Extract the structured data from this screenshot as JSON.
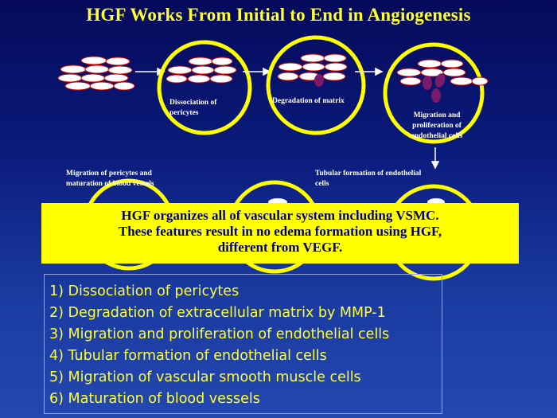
{
  "title": "HGF Works From Initial to End in Angiogenesis",
  "diagram": {
    "labels": {
      "dissociation": "Dissociation of pericytes",
      "degradation": "Degradation of matrix",
      "migration_proliferation": "Migration and proliferation of endothelial cells",
      "migration_pericytes": "Migration of pericytes and maturation of blood vessels",
      "tubular": "Tubular formation of endothelial cells"
    }
  },
  "banner": {
    "line1": "HGF organizes all of vascular system including VSMC.",
    "line2": "These features result in no edema formation using HGF,",
    "line3": "different from VEGF."
  },
  "list": [
    "1) Dissociation of pericytes",
    "2) Degradation of extracellular matrix by MMP-1",
    "3) Migration and proliferation of endothelial cells",
    "4) Tubular formation of endothelial cells",
    "5) Migration of vascular smooth muscle cells",
    "6) Maturation of blood vessels"
  ],
  "colors": {
    "circle": "#ffff00",
    "cell_fill": "#ffffff",
    "cell_outline": "#cc0000",
    "migrating_cell": "#7a1a6a",
    "text_yellow": "#ffff33",
    "banner_text": "#000080"
  }
}
